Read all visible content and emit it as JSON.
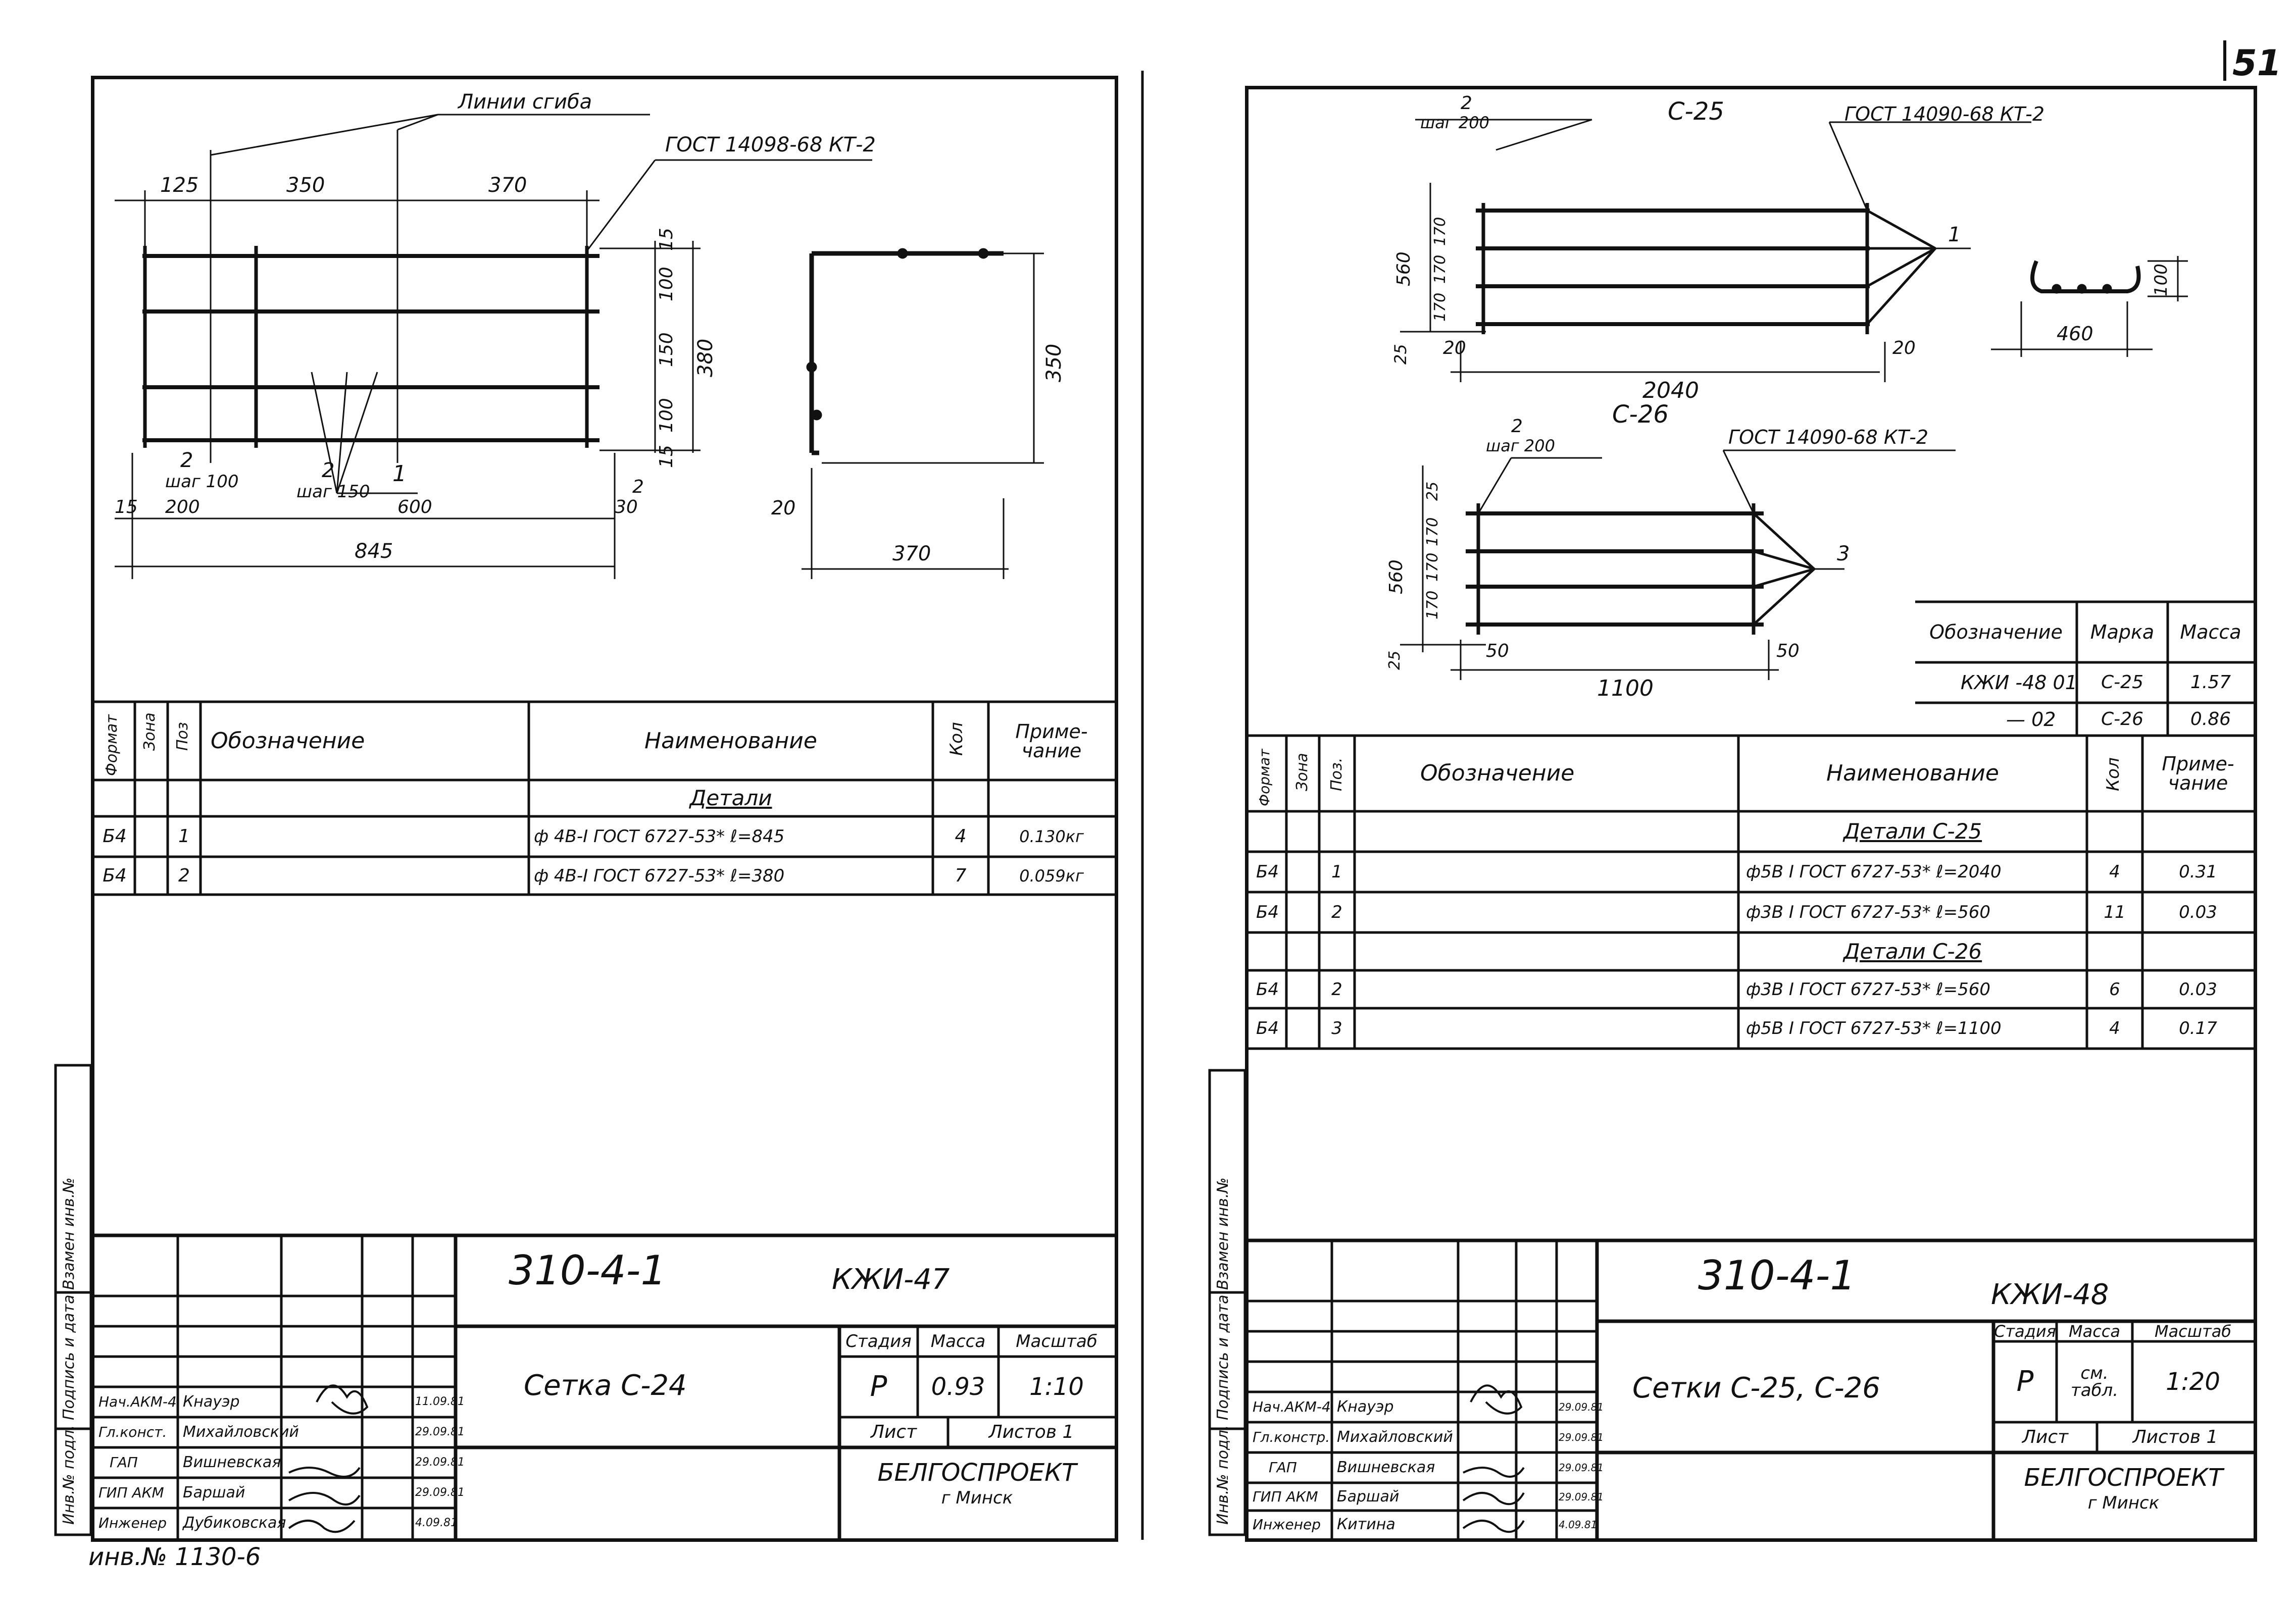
{
  "page_number": "51",
  "left_sheet": {
    "drawing": {
      "bend_line_label": "Линии сгиба",
      "gost_label": "ГОСТ 14098-68 КТ-2",
      "top_dims": [
        "125",
        "350",
        "370"
      ],
      "right_dims": [
        "15",
        "100",
        "150",
        "100",
        "15"
      ],
      "right_total": "380",
      "bottom_dims": [
        "15",
        "200",
        "600",
        "30"
      ],
      "bottom_total": "845",
      "pos_1_label": "1",
      "pos_2a_label": "2",
      "pos_2a_step": "шаг 100",
      "pos_2b_label": "2",
      "pos_2b_step": "шаг 150",
      "pos_2c_label": "2",
      "section_height": "350",
      "section_width": "370",
      "section_small": "20"
    },
    "spec": {
      "headers": {
        "format": "Формат",
        "zone": "Зона",
        "pos": "Поз",
        "designation": "Обозначение",
        "name": "Наименование",
        "qty": "Кол",
        "note": "Приме-чание"
      },
      "section_title": "Детали",
      "rows": [
        {
          "format": "Б4",
          "pos": "1",
          "name": "ф 4В-I ГОСТ 6727-53*   ℓ=845",
          "qty": "4",
          "note": "0.130кг"
        },
        {
          "format": "Б4",
          "pos": "2",
          "name": "ф 4В-I ГОСТ 6727-53*   ℓ=380",
          "qty": "7",
          "note": "0.059кг"
        }
      ]
    },
    "title_block": {
      "doc_number": "310-4-1",
      "code": "КЖИ-47",
      "title": "Сетка С-24",
      "stage_label": "Стадия",
      "mass_label": "Масса",
      "scale_label": "Масштаб",
      "stage": "Р",
      "mass": "0.93",
      "scale": "1:10",
      "sheet_label": "Лист",
      "sheets_label": "Листов 1",
      "org": "БЕЛГОСПРОЕКТ",
      "city": "г Минск",
      "staff": [
        {
          "role": "Нач.АКМ-4",
          "name": "Кнауэр",
          "date": "11.09.81"
        },
        {
          "role": "Гл.конст.",
          "name": "Михайловский",
          "date": "29.09.81"
        },
        {
          "role": "ГАП",
          "name": "Вишневская",
          "date": "29.09.81"
        },
        {
          "role": "ГИП АКМ",
          "name": "Баршай",
          "date": "29.09.81"
        },
        {
          "role": "Инженер",
          "name": "Дубиковская",
          "date": "4.09.81"
        }
      ]
    },
    "side_stamp": "Инв.№ подл.   Подпись и дата   Взамен инв.№",
    "inventory": "инв.№ 1130-6"
  },
  "right_sheet": {
    "drawing": {
      "c25_label": "С-25",
      "c25_gost": "ГОСТ 14090-68 КТ-2",
      "c25_pos2": "2",
      "c25_pos2_step": "шаг 200",
      "c25_left_total": "560",
      "c25_left_dims": [
        "170",
        "170",
        "170"
      ],
      "c25_left_small": "25",
      "c25_end_dims": [
        "20",
        "20"
      ],
      "c25_length": "2040",
      "c25_pos1": "1",
      "c25_section_width": "460",
      "c25_section_height": "100",
      "c26_label": "С-26",
      "c26_gost": "ГОСТ 14090-68 КТ-2",
      "c26_pos2": "2",
      "c26_pos2_step": "шаг 200",
      "c26_left_total": "560",
      "c26_left_dims": [
        "25",
        "170",
        "170",
        "170",
        "25"
      ],
      "c26_end_dims": [
        "50",
        "50"
      ],
      "c26_length": "1100",
      "c26_pos3": "3"
    },
    "mark_table": {
      "headers": [
        "Обозначение",
        "Марка",
        "Масса"
      ],
      "rows": [
        [
          "КЖИ -48 01",
          "С-25",
          "1.57"
        ],
        [
          "— 02",
          "С-26",
          "0.86"
        ]
      ]
    },
    "spec": {
      "headers": {
        "format": "Формат",
        "zone": "Зона",
        "pos": "Поз.",
        "designation": "Обозначение",
        "name": "Наименование",
        "qty": "Кол",
        "note": "Приме-чание"
      },
      "section_c25": "Детали С-25",
      "section_c26": "Детали С-26",
      "rows_c25": [
        {
          "format": "Б4",
          "pos": "1",
          "name": "ф5В I ГОСТ 6727-53* ℓ=2040",
          "qty": "4",
          "note": "0.31"
        },
        {
          "format": "Б4",
          "pos": "2",
          "name": "ф3В I ГОСТ 6727-53* ℓ=560",
          "qty": "11",
          "note": "0.03"
        }
      ],
      "rows_c26": [
        {
          "format": "Б4",
          "pos": "2",
          "name": "ф3В I ГОСТ 6727-53* ℓ=560",
          "qty": "6",
          "note": "0.03"
        },
        {
          "format": "Б4",
          "pos": "3",
          "name": "ф5В I ГОСТ 6727-53* ℓ=1100",
          "qty": "4",
          "note": "0.17"
        }
      ]
    },
    "title_block": {
      "doc_number": "310-4-1",
      "code": "КЖИ-48",
      "title": "Сетки С-25, С-26",
      "stage_label": "Стадия",
      "mass_label": "Масса",
      "scale_label": "Масштаб",
      "stage": "Р",
      "mass": "см. табл.",
      "scale": "1:20",
      "sheet_label": "Лист",
      "sheets_label": "Листов 1",
      "org": "БЕЛГОСПРОЕКТ",
      "city": "г Минск",
      "staff": [
        {
          "role": "Нач.АКМ-4",
          "name": "Кнауэр",
          "date": "29.09.81"
        },
        {
          "role": "Гл.констр.",
          "name": "Михайловский",
          "date": "29.09.81"
        },
        {
          "role": "ГАП",
          "name": "Вишневская",
          "date": "29.09.81"
        },
        {
          "role": "ГИП АКМ",
          "name": "Баршай",
          "date": "29.09.81"
        },
        {
          "role": "Инженер",
          "name": "Китина",
          "date": "4.09.81"
        }
      ]
    },
    "side_stamp": "Инв.№ подл.   Подпись и дата   Взамен инв.№"
  }
}
